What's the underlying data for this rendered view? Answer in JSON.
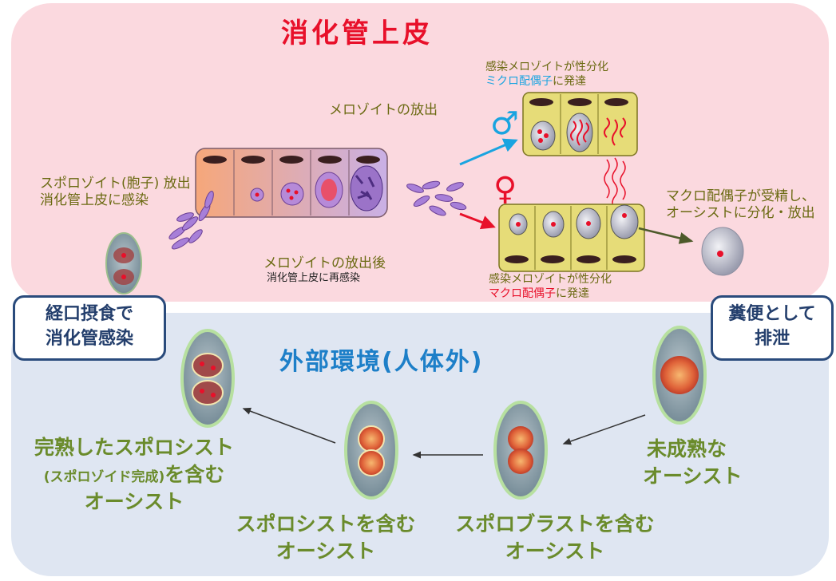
{
  "titles": {
    "gut_epithelium": "消化管上皮",
    "environment": "外部環境(人体外)"
  },
  "labels": {
    "sporozoite_line1": "スポロゾイト(胞子) 放出",
    "sporozoite_line2": "消化管上皮に感染",
    "merozoite_release": "メロゾイトの放出",
    "merozoite_after_line1": "メロゾイトの放出後",
    "merozoite_after_line2": "消化管上皮に再感染",
    "micro_line1": "感染メロゾイトが性分化",
    "micro_line2_colored": "ミクロ配偶子",
    "micro_line2_rest": "に発達",
    "macro_line1": "感染メロゾイトが性分化",
    "macro_line2_colored": "マクロ配偶子",
    "macro_line2_rest": "に発達",
    "fertilize_line1": "マクロ配偶子が受精し、",
    "fertilize_line2": "オーシストに分化・放出",
    "male_symbol": "♂",
    "female_symbol": "♀"
  },
  "boxes": {
    "oral_line1": "経口摂食で",
    "oral_line2": "消化管感染",
    "excretion_line1": "糞便として",
    "excretion_line2": "排泄"
  },
  "stages": {
    "immature_line1": "未成熟な",
    "immature_line2": "オーシスト",
    "sporoblast_line1": "スポロブラストを含む",
    "sporoblast_line2": "オーシスト",
    "sporocyst_line1": "スポロシストを含む",
    "sporocyst_line2": "オーシスト",
    "mature_line1": "完熟したスポロシスト",
    "mature_line2_small": "(スポロゾイド完成)",
    "mature_line2_rest": "を含む",
    "mature_line3": "オーシスト"
  },
  "colors": {
    "gut_bg": "#fbd9df",
    "env_bg": "#dfe6f2",
    "title_red": "#e8102a",
    "title_blue": "#1d7fc8",
    "micro_blue": "#1aa4e0",
    "macro_red": "#e8102a",
    "stage_green": "#6a8b2b",
    "box_navy": "#2a4b7c"
  }
}
